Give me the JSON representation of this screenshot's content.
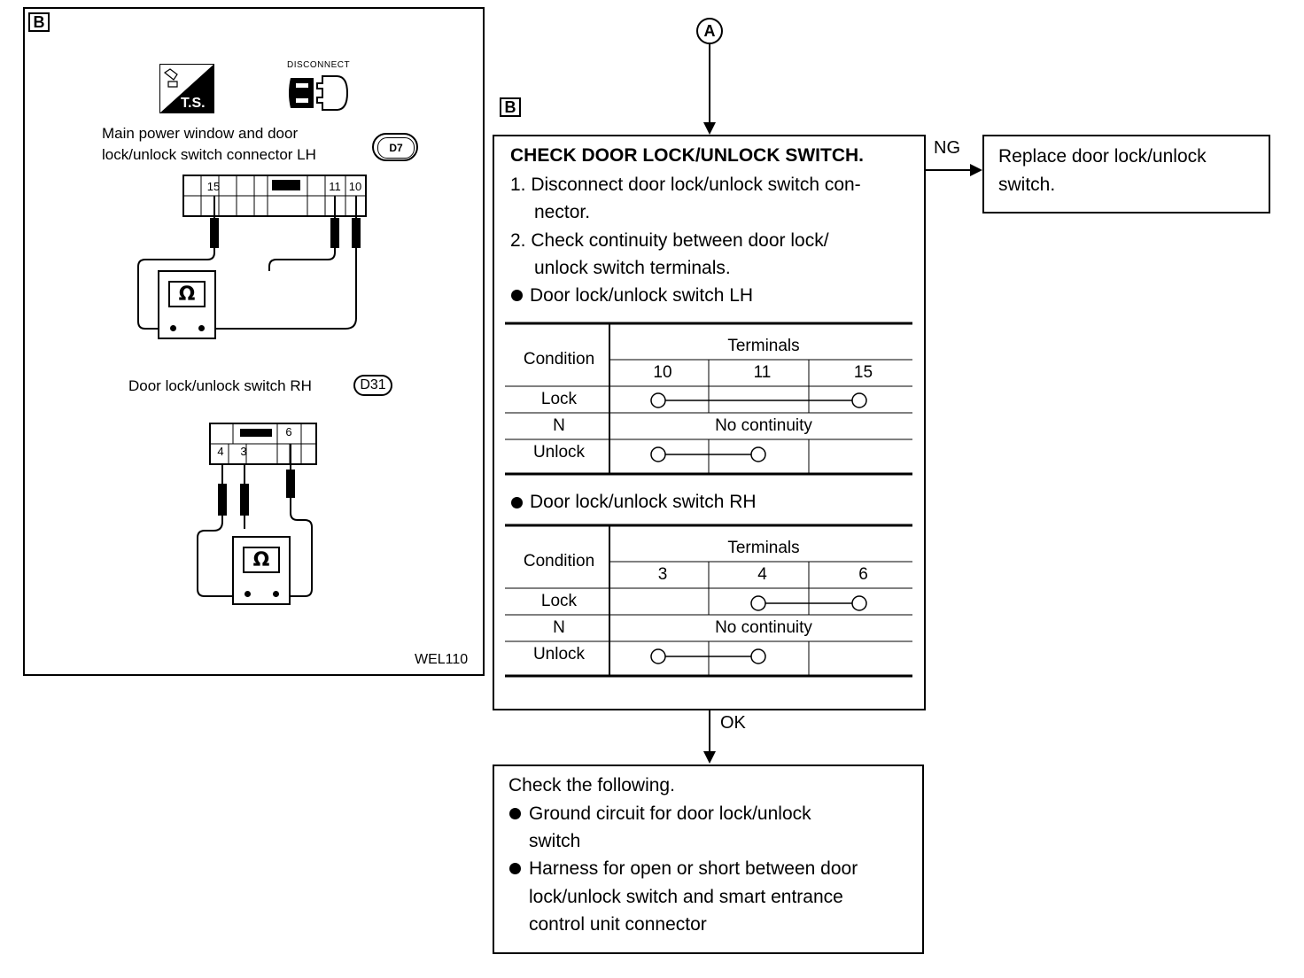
{
  "left_panel": {
    "section_tag": "B",
    "ts_label": "T.S.",
    "disconnect_label": "DISCONNECT",
    "connector_lh": {
      "caption_line1": "Main power window and door",
      "caption_line2": "lock/unlock switch connector LH",
      "code": "D7",
      "pins": [
        "15",
        "11",
        "10"
      ]
    },
    "meter_symbol": "Ω",
    "connector_rh": {
      "caption": "Door lock/unlock switch RH",
      "code": "D31",
      "pins": [
        "6",
        "4",
        "3"
      ]
    },
    "figure_id": "WEL110"
  },
  "flow": {
    "entry_marker": "A",
    "section_tag": "B",
    "ng_label": "NG",
    "ok_label": "OK",
    "check_box": {
      "title": "CHECK DOOR LOCK/UNLOCK SWITCH.",
      "step1_line1": "1. Disconnect door lock/unlock switch con-",
      "step1_line2": "nector.",
      "step2_line1": "2. Check continuity between door lock/",
      "step2_line2": "unlock switch terminals.",
      "lh_heading": "Door lock/unlock switch LH",
      "rh_heading": "Door lock/unlock switch RH"
    },
    "table_lh": {
      "condition_header": "Condition",
      "terminals_header": "Terminals",
      "terminals": [
        "10",
        "11",
        "15"
      ],
      "rows": [
        "Lock",
        "N",
        "Unlock"
      ],
      "no_continuity": "No continuity"
    },
    "table_rh": {
      "condition_header": "Condition",
      "terminals_header": "Terminals",
      "terminals": [
        "3",
        "4",
        "6"
      ],
      "rows": [
        "Lock",
        "N",
        "Unlock"
      ],
      "no_continuity": "No continuity"
    },
    "ng_box": {
      "line1": "Replace door lock/unlock",
      "line2": "switch."
    },
    "ok_box": {
      "line1": "Check the following.",
      "bullet1_line1": "Ground circuit for door lock/unlock",
      "bullet1_line2": "switch",
      "bullet2_line1": "Harness for open or short between door",
      "bullet2_line2": "lock/unlock switch and smart entrance",
      "bullet2_line3": "control unit connector"
    }
  }
}
